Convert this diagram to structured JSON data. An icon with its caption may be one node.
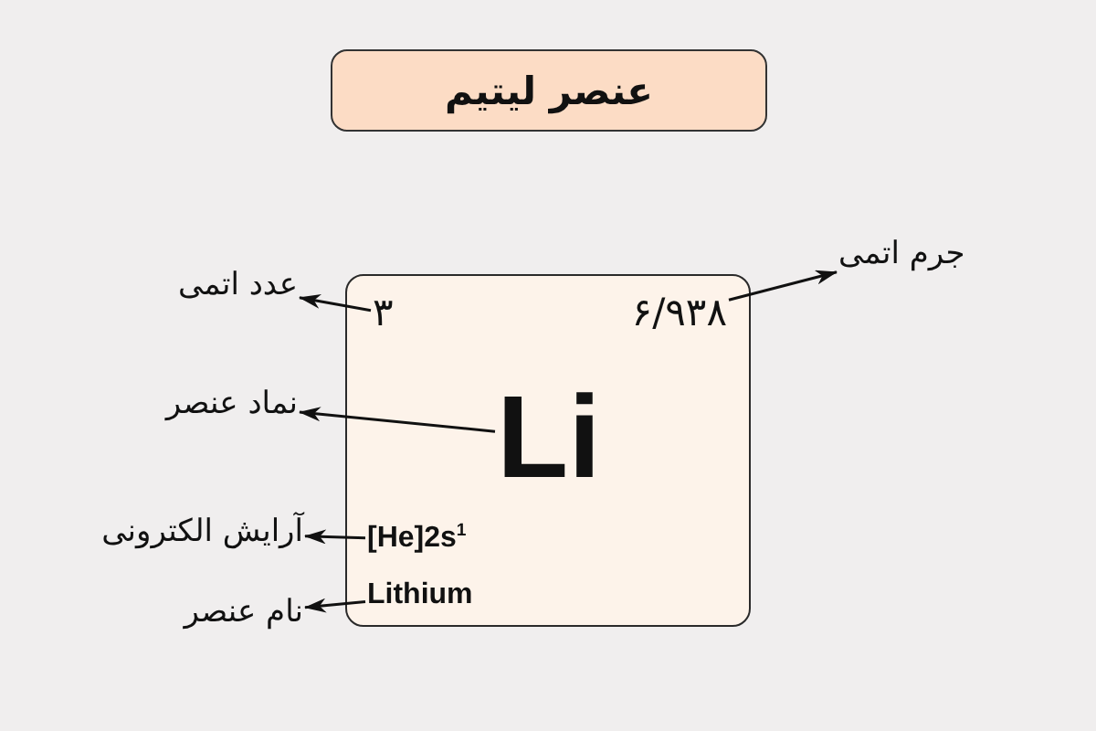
{
  "diagram": {
    "title": "عنصر لیتیم",
    "nodes": [
      {
        "text": [],
        "shape": "box"
      },
      {
        "text": [
          "۳"
        ],
        "in": 0
      },
      {
        "text": [
          "۶/۹۳۸"
        ],
        "in": 0
      },
      {
        "text": [
          "Li"
        ],
        "in": 0
      },
      {
        "text": [
          "[He]2s$^{1}$"
        ],
        "in": 0
      },
      {
        "text": [
          "Lithium"
        ],
        "in": 0
      },
      {
        "text": [
          "عدد اتمی"
        ]
      },
      {
        "text": [
          "جرم اتمی"
        ]
      },
      {
        "text": [
          "نماد عنصر"
        ]
      },
      {
        "text": [
          "آرایش الکترونی"
        ]
      },
      {
        "text": [
          "نام عنصر"
        ]
      }
    ],
    "edges": [
      {
        "from": 1,
        "to": 6,
        "arrow": "to"
      },
      {
        "from": 2,
        "to": 7,
        "arrow": "to"
      },
      {
        "from": 3,
        "to": 8,
        "arrow": "to"
      },
      {
        "from": 4,
        "to": 9,
        "arrow": "to"
      },
      {
        "from": 5,
        "to": 10,
        "arrow": "to"
      }
    ]
  }
}
